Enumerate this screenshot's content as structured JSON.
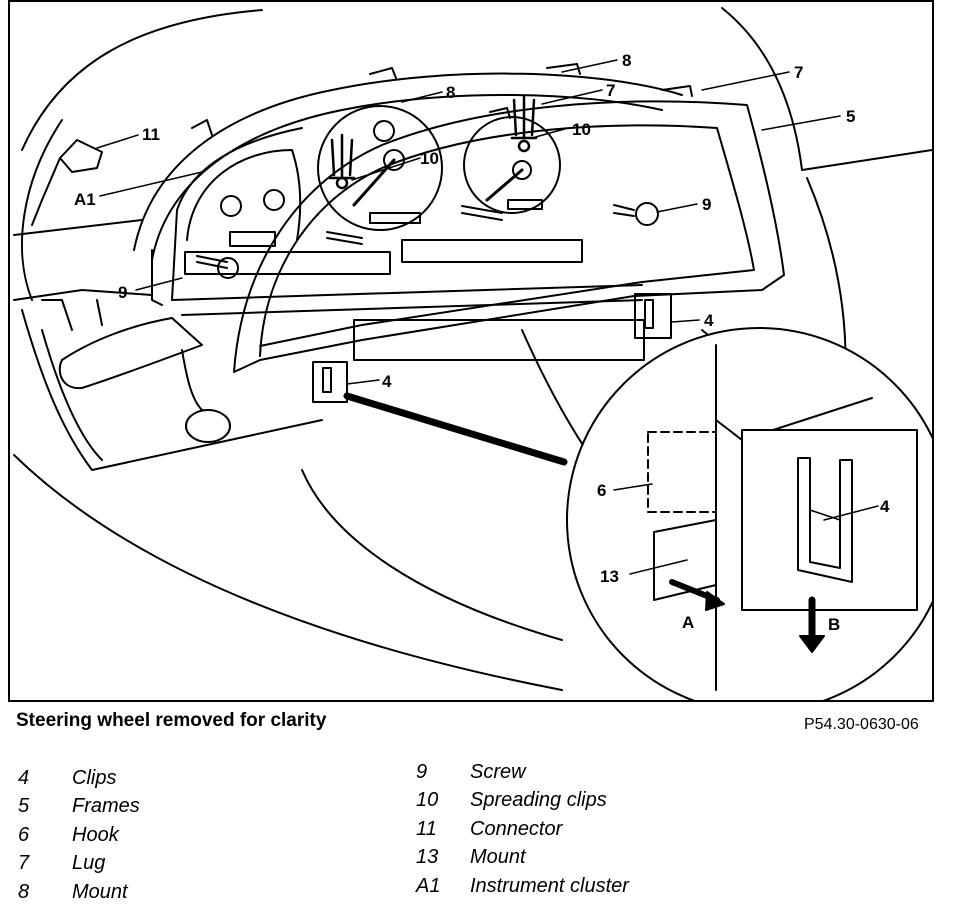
{
  "callouts": {
    "c11": "11",
    "cA1": "A1",
    "c9a": "9",
    "c8a": "8",
    "c8b": "8",
    "c7a": "7",
    "c7b": "7",
    "c5": "5",
    "c10a": "10",
    "c10b": "10",
    "c9b": "9",
    "c4a": "4",
    "c4b": "4",
    "c6": "6",
    "c4c": "4",
    "c13": "13",
    "cA": "A",
    "cB": "B"
  },
  "caption": "Steering wheel removed for clarity",
  "figure_ref": "P54.30-0630-06",
  "legend_left": [
    {
      "num": "4",
      "label": "Clips"
    },
    {
      "num": "5",
      "label": "Frames"
    },
    {
      "num": "6",
      "label": "Hook"
    },
    {
      "num": "7",
      "label": "Lug"
    },
    {
      "num": "8",
      "label": "Mount"
    }
  ],
  "legend_right": [
    {
      "num": "9",
      "label": "Screw"
    },
    {
      "num": "10",
      "label": "Spreading clips"
    },
    {
      "num": "11",
      "label": "Connector"
    },
    {
      "num": "13",
      "label": "Mount"
    },
    {
      "num": "A1",
      "label": "Instrument cluster"
    }
  ]
}
